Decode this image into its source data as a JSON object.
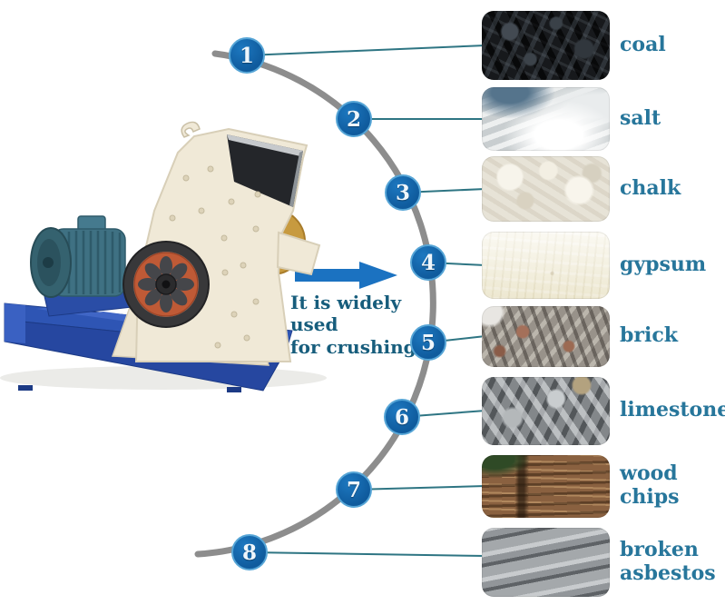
{
  "caption": "It is widely used\nfor crushing",
  "steps": [
    {
      "number": "1",
      "label": "coal"
    },
    {
      "number": "2",
      "label": "salt"
    },
    {
      "number": "3",
      "label": "chalk"
    },
    {
      "number": "4",
      "label": "gypsum"
    },
    {
      "number": "5",
      "label": "brick"
    },
    {
      "number": "6",
      "label": "limestone"
    },
    {
      "number": "7",
      "label": "wood\nchips"
    },
    {
      "number": "8",
      "label": "broken\nasbestos"
    }
  ],
  "colors": {
    "marker_blue": "#1266ac",
    "marker_ring": "#56a5d6",
    "connector_teal": "#2e7583",
    "arc_gray": "#8d8d8d",
    "label_teal": "#27769b",
    "caption_blue": "#175d7c",
    "arrow_blue": "#1b72c1",
    "machine_body_cream": "#f0e9d7",
    "machine_base_blue": "#2e55b4",
    "motor_teal": "#3f7183",
    "flywheel_orange": "#bf5a36"
  }
}
